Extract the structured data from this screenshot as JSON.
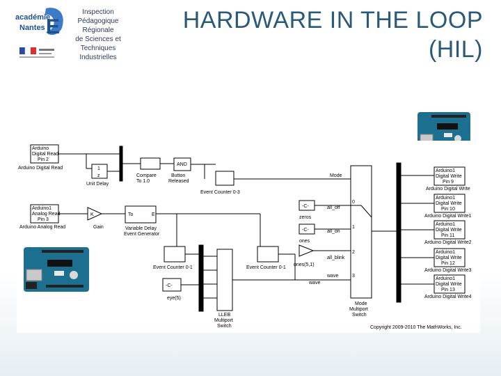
{
  "header": {
    "logo_text_1": "académie",
    "logo_text_2": "Nantes",
    "institution_lines": [
      "Inspection",
      "Pédagogique",
      "Régionale",
      "de Sciences et",
      "Techniques",
      "Industrielles"
    ],
    "title_line1": "HARDWARE IN THE LOOP",
    "title_line2": "(HIL)"
  },
  "diagram": {
    "inputs": {
      "digital_read_block": [
        "Arduino",
        "Digital Read",
        "Pin 2"
      ],
      "digital_read_label": "Arduino Digital Read",
      "analog_read_block": [
        "Arduino1",
        "Analog Read",
        "Pin 3"
      ],
      "analog_read_label": "Arduino Analog Read"
    },
    "blocks": {
      "unit_delay_label": "Unit Delay",
      "unit_delay_vals": [
        "1",
        "z"
      ],
      "compare_label": [
        "Compare",
        "To 1.0"
      ],
      "and_label": "AND",
      "button_label": [
        "Button",
        "Released"
      ],
      "event_counter_03": "Event Counter 0-3",
      "gain_label": "Gain",
      "gain_val": "K",
      "vde_label": [
        "Variable Delay",
        "Event Generator"
      ],
      "vde_port_left": "To",
      "vde_port_right": "E",
      "ec01_label": "Event Counter 0-1",
      "ec01b_label": "Event Counter 0-1",
      "eye_label": "eye(5)",
      "eye_val": "-C-",
      "zeros_label": "zeros",
      "zeros_val": "-C-",
      "ones_label": "ones",
      "ones_val": "-C-",
      "ones5_label": "ones(5,1)",
      "wave_label": "wave",
      "lleb_label": [
        "LLEB",
        "Multiport",
        "Switch"
      ],
      "mode_switch_label": [
        "Mode",
        "Multiport",
        "Switch"
      ],
      "signals": [
        "Mode",
        "all_off",
        "all_on",
        "all_blink",
        "wave"
      ],
      "port_numbers": [
        "0",
        "1",
        "2",
        "3"
      ]
    },
    "outputs": [
      {
        "block": [
          "Arduino1",
          "Digital Write",
          "Pin 9"
        ],
        "label": "Arduino Digital Write"
      },
      {
        "block": [
          "Arduino1",
          "Digital Write",
          "Pin 10"
        ],
        "label": "Arduino Digital Write1"
      },
      {
        "block": [
          "Arduino1",
          "Digital Write",
          "Pin 11"
        ],
        "label": "Arduino Digital Write2"
      },
      {
        "block": [
          "Arduino1",
          "Digital Write",
          "Pin 12"
        ],
        "label": "Arduino Digital Write3"
      },
      {
        "block": [
          "Arduino1",
          "Digital Write",
          "Pin 13"
        ],
        "label": "Arduino Digital Write4"
      }
    ],
    "copyright": "Copyright 2009-2010 The MathWorks, Inc."
  },
  "colors": {
    "title": "#2a5a78",
    "institution": "#2b3a55",
    "board": "#1d6f8f"
  },
  "icons": [
    "academie-nantes-logo",
    "republique-francaise-logo",
    "arduino-board-image"
  ]
}
